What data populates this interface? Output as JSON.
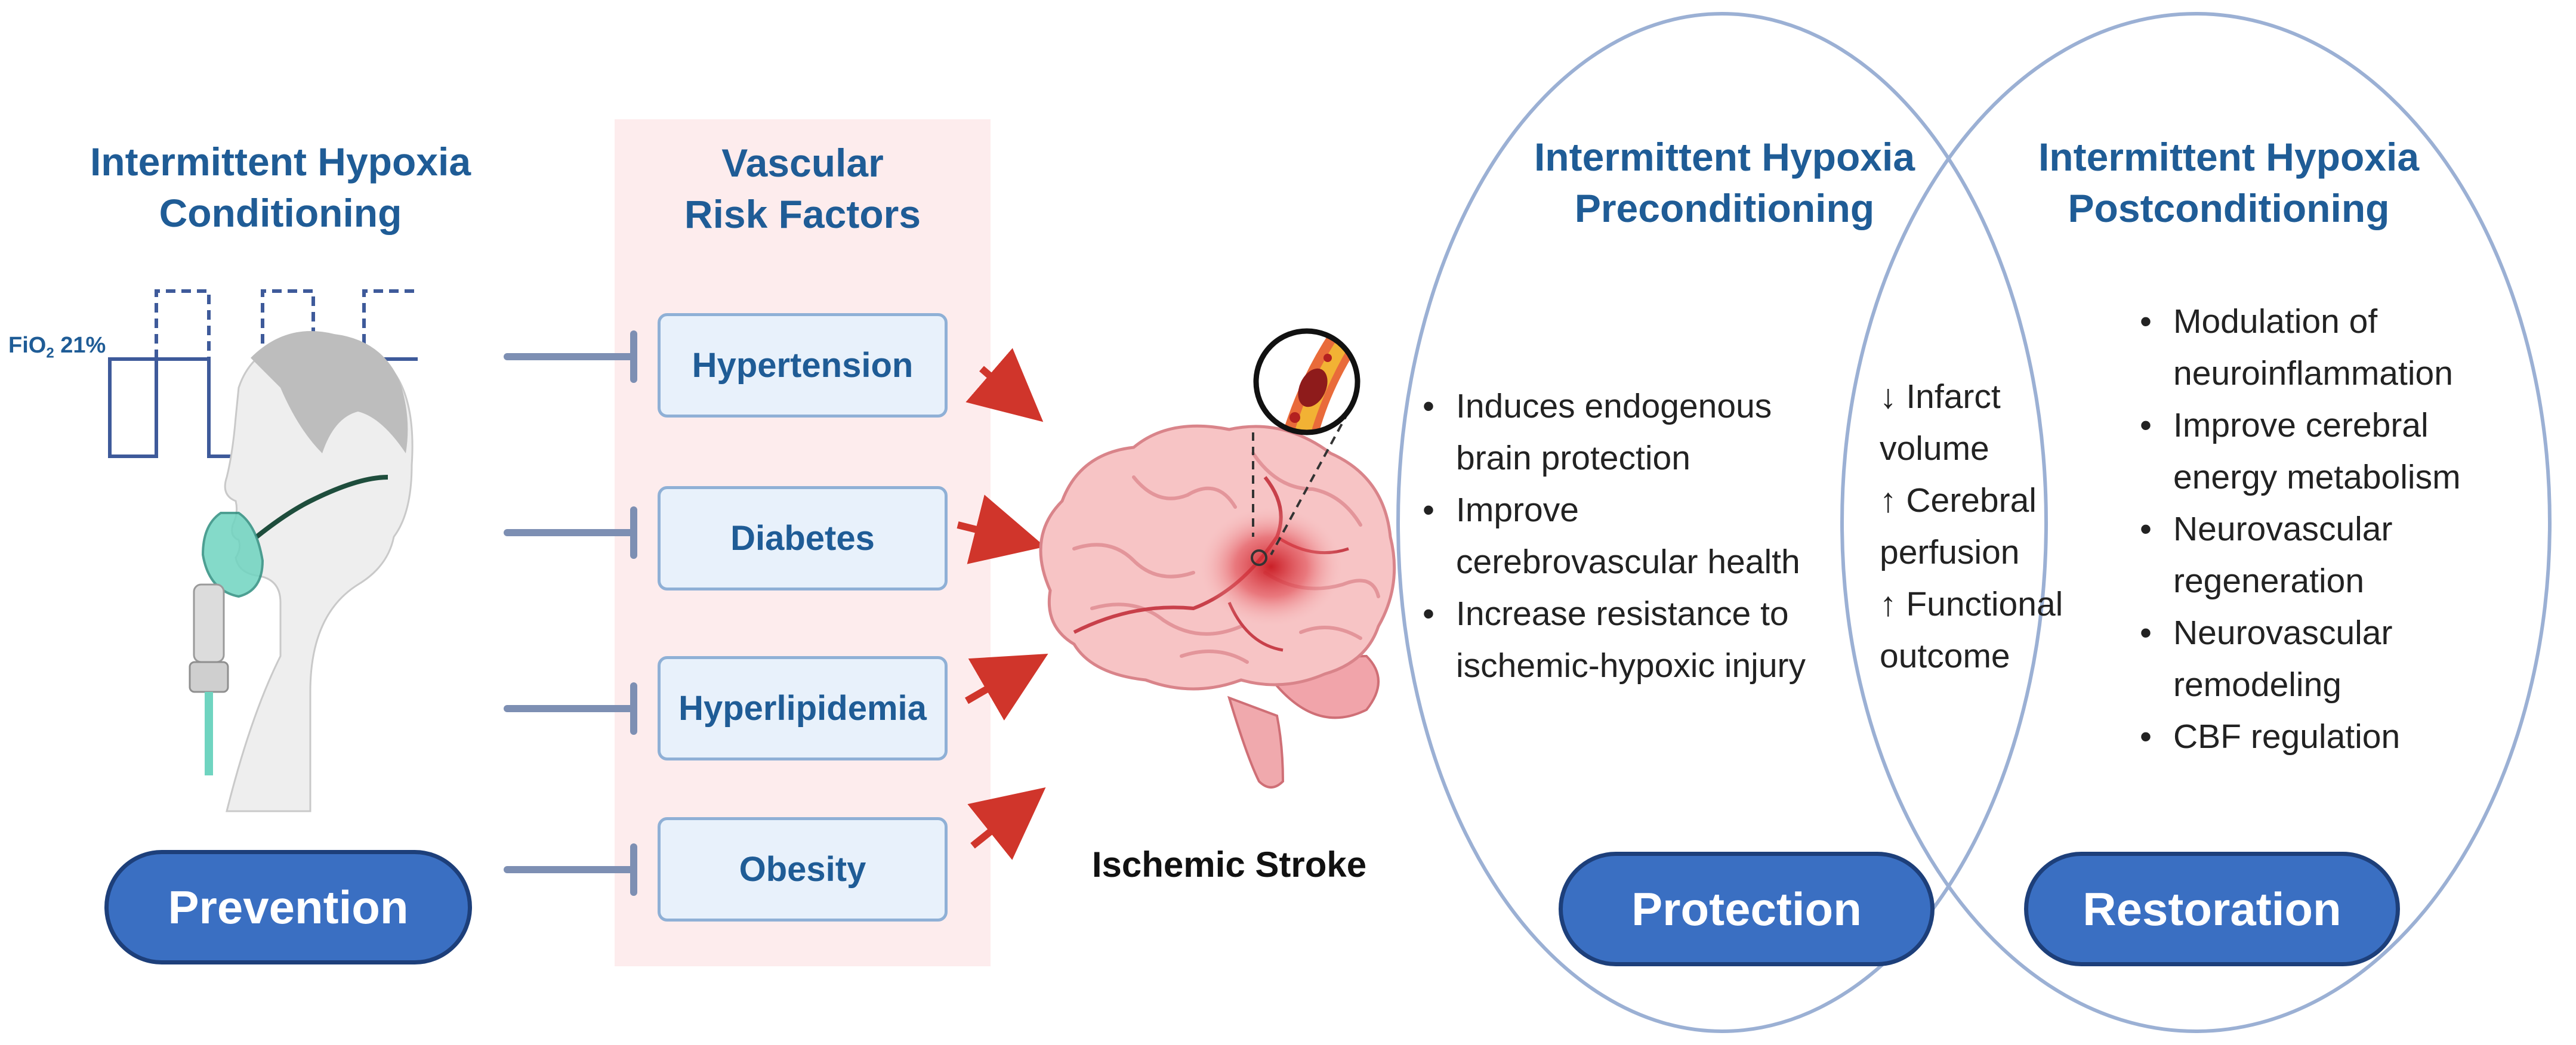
{
  "prevention": {
    "title_line1": "Intermittent Hypoxia",
    "title_line2": "Conditioning",
    "fio2_label": "FiO",
    "fio2_sub": "2",
    "fio2_value": " 21%",
    "pill": "Prevention"
  },
  "risk_factors": {
    "title_line1": "Vascular",
    "title_line2": "Risk Factors",
    "items": [
      "Hypertension",
      "Diabetes",
      "Hyperlipidemia",
      "Obesity"
    ]
  },
  "stroke": {
    "label": "Ischemic Stroke"
  },
  "preconditioning": {
    "title_line1": "Intermittent Hypoxia",
    "title_line2": "Preconditioning",
    "bullets": [
      [
        "Induces endogenous",
        "brain protection"
      ],
      [
        "Improve",
        "cerebrovascular health"
      ],
      [
        "Increase resistance to",
        "ischemic-hypoxic injury"
      ]
    ],
    "pill": "Protection"
  },
  "overlap": {
    "lines": [
      "↓ Infarct",
      "volume",
      "↑ Cerebral",
      "perfusion",
      "↑ Functional",
      "outcome"
    ]
  },
  "postconditioning": {
    "title_line1": "Intermittent Hypoxia",
    "title_line2": "Postconditioning",
    "bullets": [
      [
        "Modulation of",
        "neuroinflammation"
      ],
      [
        "Improve  cerebral",
        "energy metabolism"
      ],
      [
        "Neurovascular",
        "regeneration"
      ],
      [
        "Neurovascular",
        "remodeling"
      ],
      [
        "CBF regulation"
      ]
    ],
    "pill": "Restoration"
  },
  "colors": {
    "heading": "#1f5c96",
    "pill_fill": "#3a6fc2",
    "pill_border": "#1d3f7a",
    "risk_panel": "#fdeced",
    "arrow": "#d0352b",
    "ellipse": "#9bb0d4",
    "inhibit": "#7d8fb3"
  }
}
